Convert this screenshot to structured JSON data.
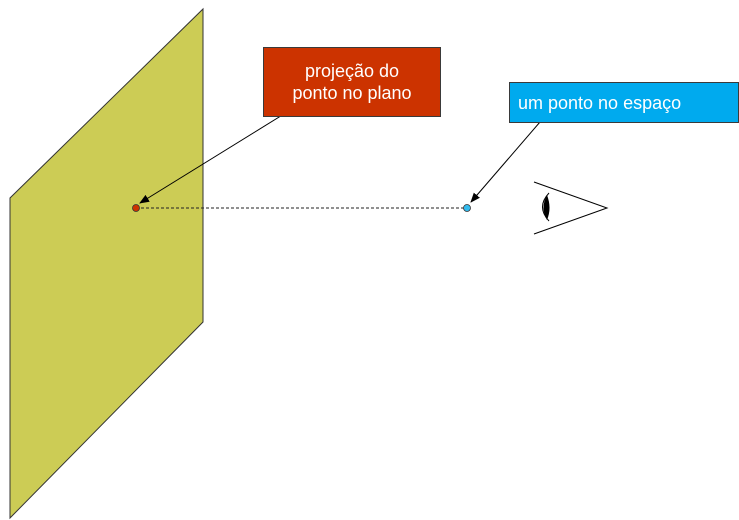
{
  "diagram": {
    "plane": {
      "fill_color": "#cccc55",
      "stroke_color": "#333333"
    },
    "projection_label": {
      "lines": [
        "projeção do",
        "ponto no plano"
      ],
      "background_color": "#cc3300"
    },
    "space_point_label": {
      "text": "um ponto no espaço",
      "background_color": "#00aaee"
    },
    "projected_point": {
      "color": "#cc3300"
    },
    "space_point": {
      "color": "#33bbee"
    },
    "eye": {
      "icon": "eye-icon"
    }
  }
}
